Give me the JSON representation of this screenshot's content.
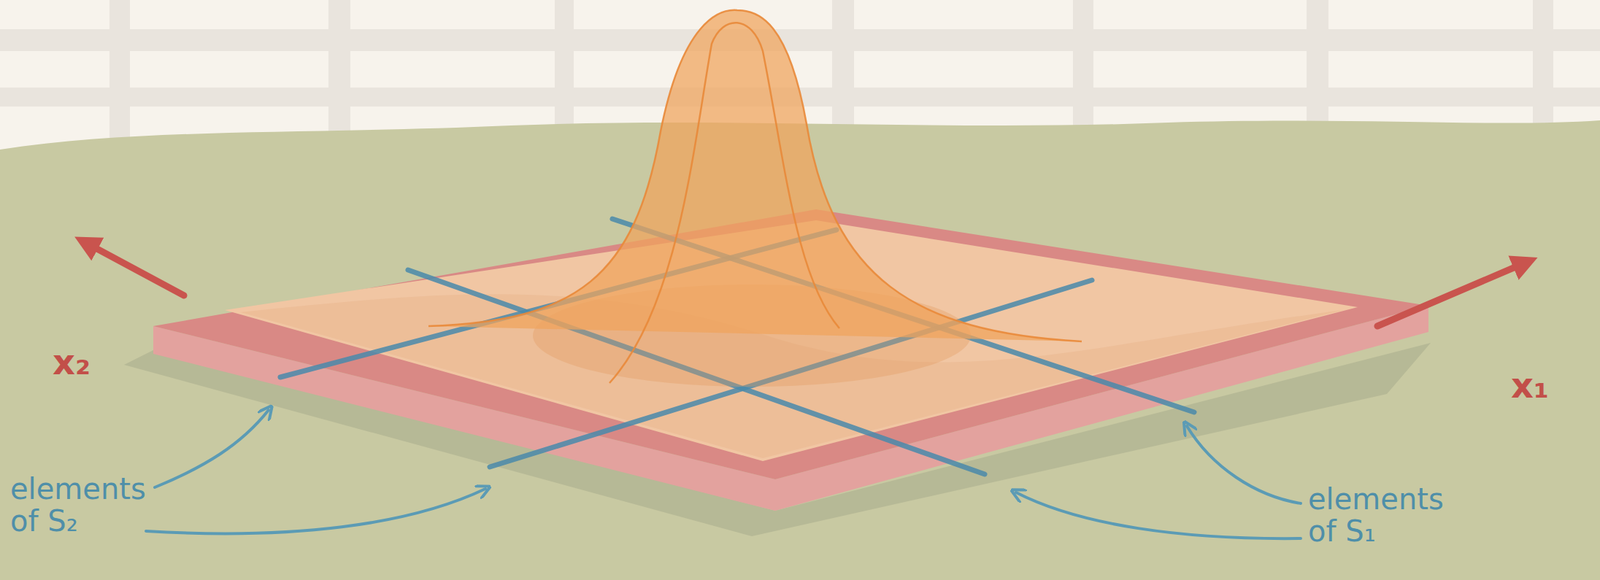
{
  "diagram": {
    "labels": [
      "x₂",
      "x₁",
      "elements of S₂",
      "elements of S₁"
    ]
  }
}
